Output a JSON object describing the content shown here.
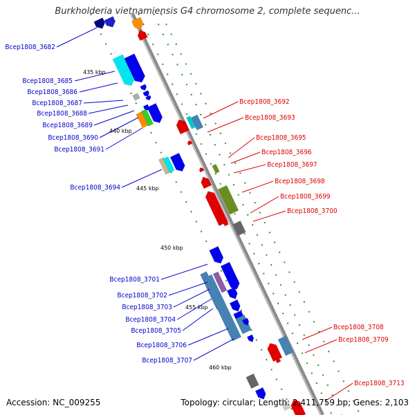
{
  "title": "Burkholderia vietnamiensis G4 chromosome 2, complete sequenc...",
  "accession": "Accession: NC_009255",
  "topology": "Topology: circular; Length: 2,411,759 bp; Genes: 2,103",
  "colors": {
    "forward_label": "#0000cc",
    "reverse_label": "#dd0000",
    "backbone": "#8c8c8c",
    "tick": "#228b22"
  },
  "scale_ticks": [
    "435 kbp",
    "440 kbp",
    "445 kbp",
    "450 kbp",
    "455 kbp",
    "460 kbp"
  ],
  "left_genes": [
    "Bcep1808_3682",
    "Bcep1808_3685",
    "Bcep1808_3686",
    "Bcep1808_3687",
    "Bcep1808_3688",
    "Bcep1808_3689",
    "Bcep1808_3690",
    "Bcep1808_3691",
    "Bcep1808_3694",
    "Bcep1808_3701",
    "Bcep1808_3702",
    "Bcep1808_3703",
    "Bcep1808_3704",
    "Bcep1808_3705",
    "Bcep1808_3706",
    "Bcep1808_3707"
  ],
  "right_genes": [
    "Bcep1808_3692",
    "Bcep1808_3693",
    "Bcep1808_3695",
    "Bcep1808_3696",
    "Bcep1808_3697",
    "Bcep1808_3698",
    "Bcep1808_3699",
    "Bcep1808_3700",
    "Bcep1808_3708",
    "Bcep1808_3709",
    "Bcep1808_3713"
  ]
}
